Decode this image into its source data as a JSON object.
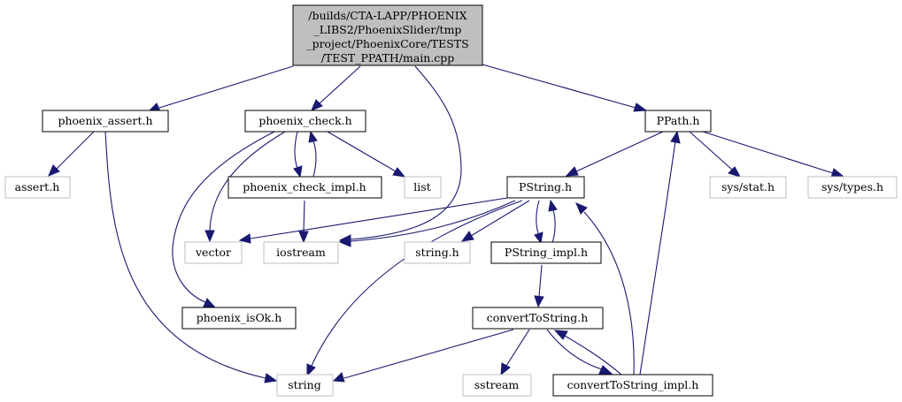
{
  "root": {
    "label_lines": [
      "/builds/CTA-LAPP/PHOENIX",
      "_LIBS2/PhoenixSlider/tmp",
      "_project/PhoenixCore/TESTS",
      "/TEST_PPATH/main.cpp"
    ]
  },
  "nodes": {
    "phoenix_assert": "phoenix_assert.h",
    "phoenix_check": "phoenix_check.h",
    "ppath": "PPath.h",
    "assert": "assert.h",
    "phoenix_check_impl": "phoenix_check_impl.h",
    "list": "list",
    "pstring": "PString.h",
    "sys_stat": "sys/stat.h",
    "sys_types": "sys/types.h",
    "vector": "vector",
    "iostream": "iostream",
    "string_h": "string.h",
    "pstring_impl": "PString_impl.h",
    "convert_to_string": "convertToString.h",
    "phoenix_isok": "phoenix_isOk.h",
    "string": "string",
    "sstream": "sstream",
    "convert_to_string_impl": "convertToString_impl.h"
  },
  "colors": {
    "edge": "#191970",
    "root_fill": "#bfbfbf",
    "system_border": "#bfbfbf",
    "local_border": "#000000"
  }
}
